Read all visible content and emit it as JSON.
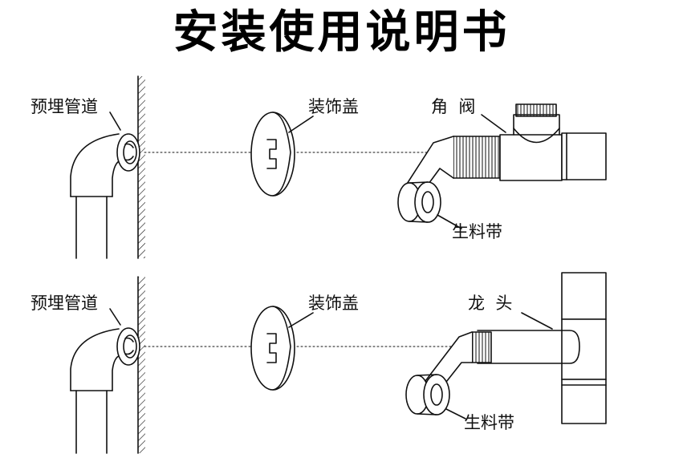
{
  "title": "安装使用说明书",
  "rows": [
    {
      "pipe_label": "预埋管道",
      "cover_label": "装饰盖",
      "part_label": "角  阀",
      "tape_label": "生料带"
    },
    {
      "pipe_label": "预埋管道",
      "cover_label": "装饰盖",
      "part_label": "龙  头",
      "tape_label": "生料带"
    }
  ],
  "colors": {
    "line": "#111111",
    "background": "#ffffff"
  }
}
